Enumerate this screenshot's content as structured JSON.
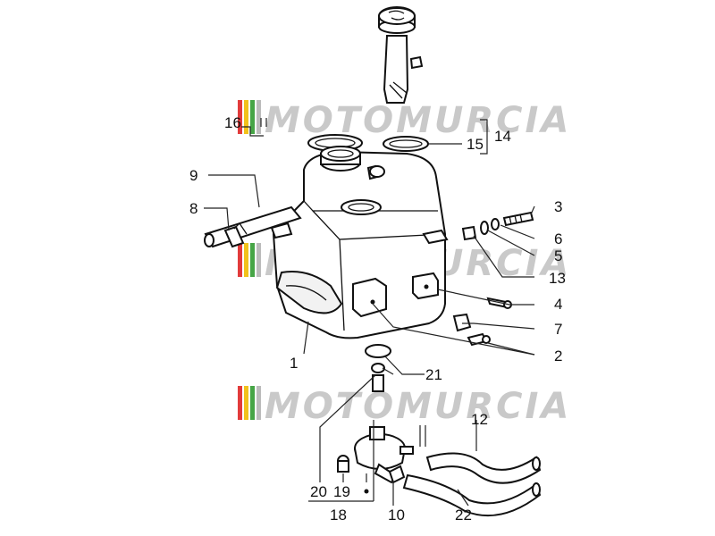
{
  "watermark": {
    "text": "MOTOMURCIA",
    "stripe_colors": [
      "#e23b3b",
      "#f2c21b",
      "#46a546"
    ]
  },
  "callouts": {
    "c1": "1",
    "c2": "2",
    "c3": "3",
    "c4": "4",
    "c5": "5",
    "c6": "6",
    "c7": "7",
    "c8": "8",
    "c9": "9",
    "c10": "10",
    "c12": "12",
    "c13": "13",
    "c14": "14",
    "c15": "15",
    "c16": "16",
    "c18": "18",
    "c19": "19",
    "c20": "20",
    "c21": "21",
    "c22": "22"
  }
}
